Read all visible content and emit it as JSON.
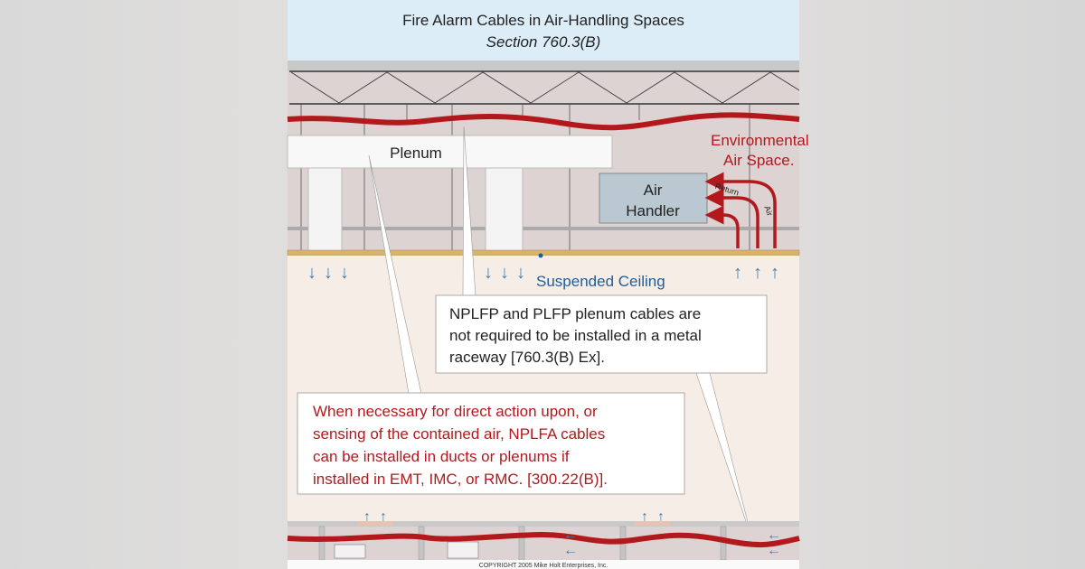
{
  "title": "Fire Alarm Cables in Air-Handling Spaces",
  "subtitle": "Section 760.3(B)",
  "labels": {
    "plenum": "Plenum",
    "environmental_1": "Environmental",
    "environmental_2": "Air Space.",
    "air_handler_1": "Air",
    "air_handler_2": "Handler",
    "return": "Return",
    "air": "Air",
    "suspended_ceiling": "Suspended Ceiling"
  },
  "callout_plenum_cables": {
    "lines": [
      "NPLFP and PLFP plenum cables are",
      "not required to be installed in a metal",
      "raceway [760.3(B) Ex]."
    ]
  },
  "callout_nplfa": {
    "lines": [
      "When necessary for direct action upon, or",
      "sensing of the contained air, NPLFA cables",
      "can be installed in ducts or plenums if",
      "installed in EMT, IMC, or RMC. [300.22(B)]."
    ]
  },
  "copyright": "COPYRIGHT 2005  Mike Holt Enterprises, Inc.",
  "colors": {
    "cable_red": "#b3191c",
    "callout_red": "#b3191c",
    "arrow_blue": "#3f7fb5",
    "title_band": "#dcedf8"
  }
}
